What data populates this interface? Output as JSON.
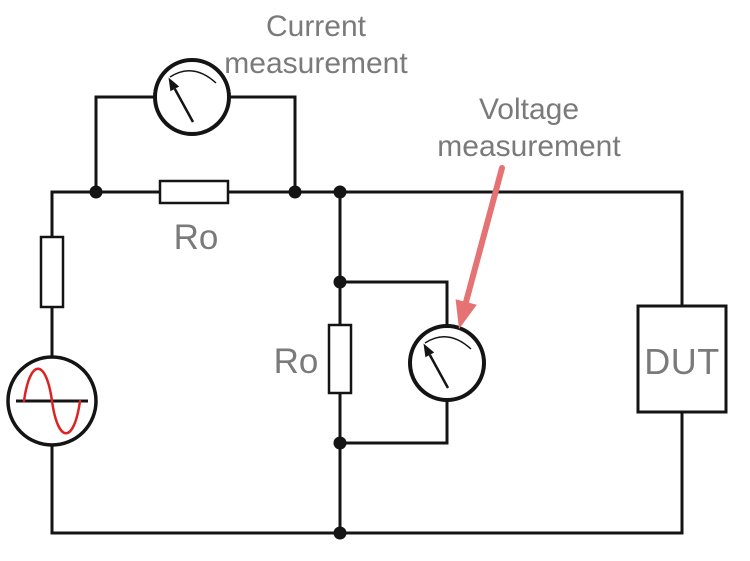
{
  "figure": {
    "type": "circuit-diagram",
    "background": "#ffffff",
    "labels": {
      "current_meter": {
        "line1": "Current",
        "line2": "measurement"
      },
      "voltage_meter": {
        "line1": "Voltage",
        "line2": "measurement"
      },
      "series_resistor": "Ro",
      "shunt_resistor": "Ro",
      "dut": "DUT"
    },
    "colors": {
      "wire": "#141414",
      "label_text": "#7a7a7a",
      "sine_wave": "#dd2222",
      "annotation_arrow": "#e57373"
    },
    "icons": {
      "current_meter": "analog-meter-needle",
      "voltage_meter": "analog-meter-needle",
      "ac_source": "sine-wave",
      "annotation": "arrow-pointer"
    }
  }
}
